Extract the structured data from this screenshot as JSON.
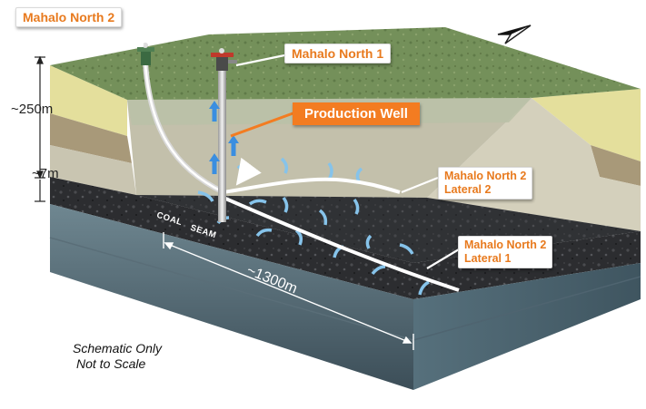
{
  "labels": {
    "mahalo_north_2": "Mahalo North 2",
    "mahalo_north_1": "Mahalo North 1",
    "production_well": "Production Well",
    "lateral_2": [
      "Mahalo North 2",
      "Lateral 2"
    ],
    "lateral_1": [
      "Mahalo North 2",
      "Lateral 1"
    ],
    "coal": "COAL",
    "seam": "SEAM"
  },
  "dimensions": {
    "depth": "~250m",
    "seam_thickness": "~7m",
    "lateral_length": "~1300m"
  },
  "note": [
    "Schematic Only",
    "Not to Scale"
  ],
  "colors": {
    "label_orange": "#e87a1e",
    "production_fill": "#f37c21",
    "surface_green": "#6f8a55",
    "coal_dark": "#2c2d30",
    "flow_arrow_blue": "#86c3ea",
    "gas_arrow_blue": "#3a8ee0"
  },
  "icons": {
    "compass": "north-arrow-icon",
    "wellhead": "wellhead-icon"
  }
}
